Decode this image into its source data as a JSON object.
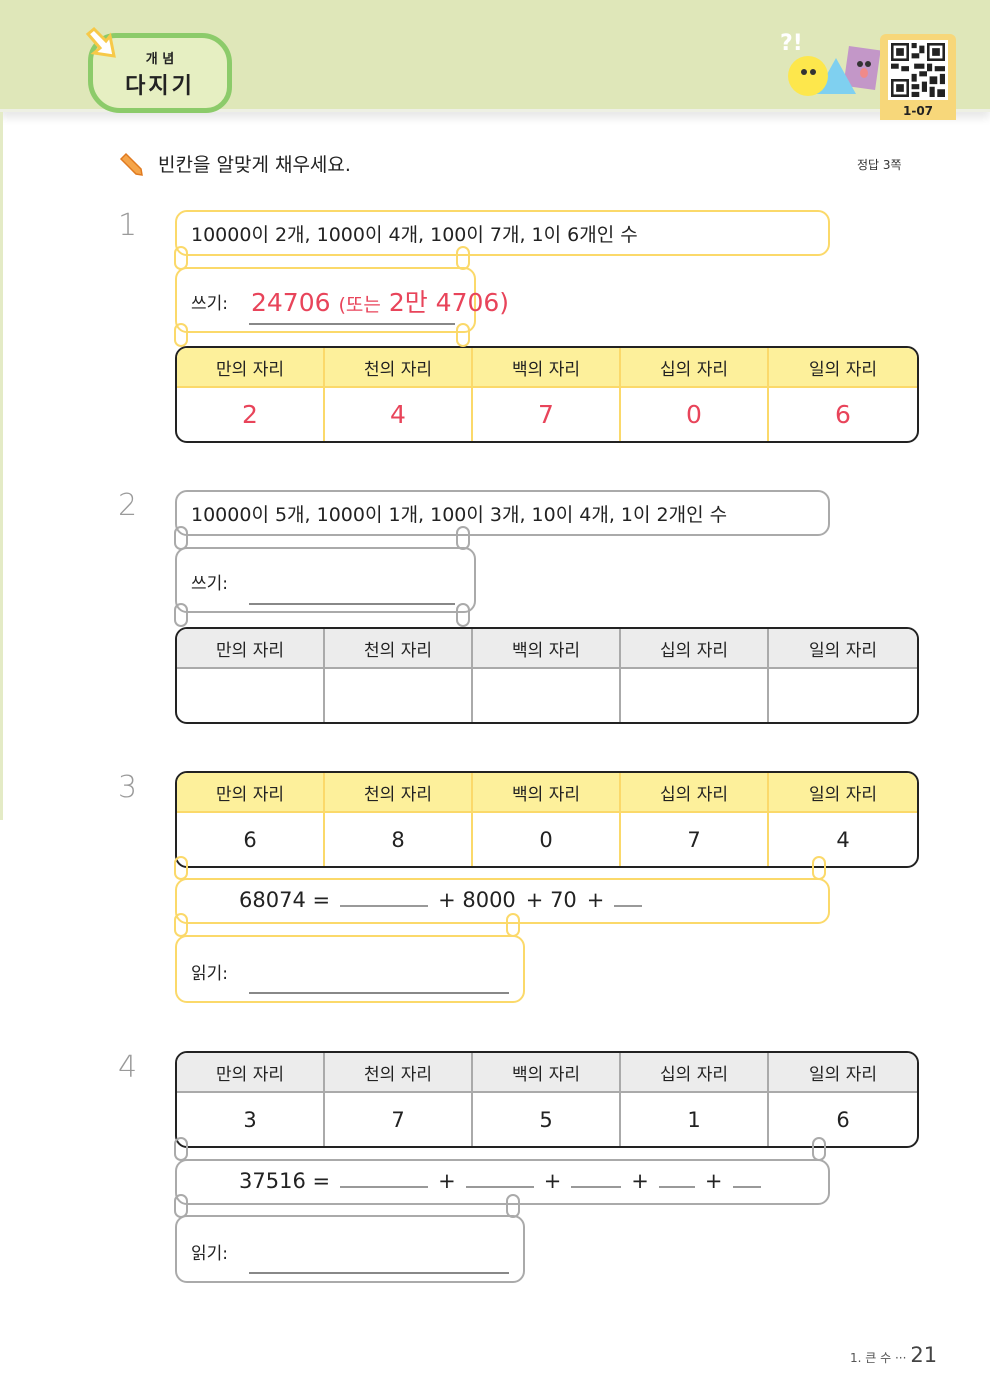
{
  "header": {
    "badge_small": "개 념",
    "badge_big": "다지기",
    "qr_code_label": "1-07",
    "question_marks": "?!"
  },
  "instruction": "빈칸을 알맞게 채우세요.",
  "answer_ref": "정답 3쪽",
  "colors": {
    "accent_yellow": "#fbd96a",
    "answer_red": "#e8445a",
    "header_green": "#dfe7b9"
  },
  "place_headers": [
    "만의 자리",
    "천의 자리",
    "백의 자리",
    "십의 자리",
    "일의 자리"
  ],
  "problems": [
    {
      "number": "1",
      "question": "10000이 2개, 1000이 4개, 100이 7개, 1이 6개인 수",
      "write_label": "쓰기:",
      "answer_main": "24706",
      "answer_alt": "(또는",
      "answer_alt2": "2만 4706)",
      "digits": [
        "2",
        "4",
        "7",
        "0",
        "6"
      ]
    },
    {
      "number": "2",
      "question": "10000이 5개, 1000이 1개, 100이 3개, 10이 4개, 1이 2개인 수",
      "write_label": "쓰기:",
      "digits": [
        "",
        "",
        "",
        "",
        ""
      ]
    },
    {
      "number": "3",
      "digits": [
        "6",
        "8",
        "0",
        "7",
        "4"
      ],
      "equation_left": "68074 =",
      "terms": [
        "+ 8000",
        "+ 70",
        "+"
      ],
      "read_label": "읽기:"
    },
    {
      "number": "4",
      "digits": [
        "3",
        "7",
        "5",
        "1",
        "6"
      ],
      "equation_left": "37516 =",
      "plus": "+",
      "read_label": "읽기:"
    }
  ],
  "footer": {
    "chapter": "1. 큰 수 ···",
    "page": "21"
  }
}
